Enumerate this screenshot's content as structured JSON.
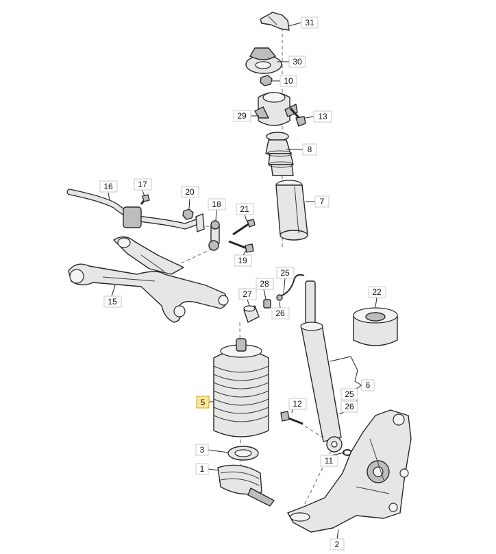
{
  "callouts": {
    "c31": "31",
    "c30": "30",
    "c10": "10",
    "c29": "29",
    "c13": "13",
    "c8": "8",
    "c7": "7",
    "c16": "16",
    "c17": "17",
    "c20": "20",
    "c18": "18",
    "c21": "21",
    "c19": "19",
    "c15": "15",
    "c25a": "25",
    "c28": "28",
    "c27": "27",
    "c26a": "26",
    "c22": "22",
    "c5": "5",
    "c6": "6",
    "c25b": "25",
    "c26b": "26",
    "c12": "12",
    "c3": "3",
    "c1": "1",
    "c11": "11",
    "c2": "2"
  },
  "highlight_color": "#fbe79a"
}
